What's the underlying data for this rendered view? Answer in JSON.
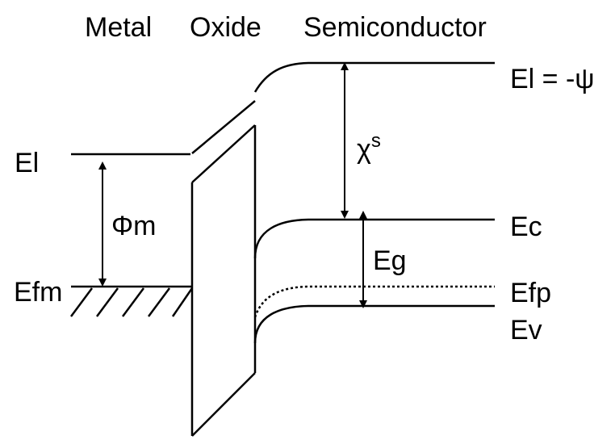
{
  "headers": {
    "metal": "Metal",
    "oxide": "Oxide",
    "semiconductor": "Semiconductor"
  },
  "labels": {
    "el_metal": "El",
    "phi_m": "Φm",
    "efm": "Efm",
    "el_semi": "El = -ψ",
    "chi_s_main": "χ",
    "chi_s_sup": "s",
    "eg": "Eg",
    "ec": "Ec",
    "efp": "Efp",
    "ev": "Ev"
  },
  "colors": {
    "line": "#000000",
    "background": "#ffffff"
  }
}
